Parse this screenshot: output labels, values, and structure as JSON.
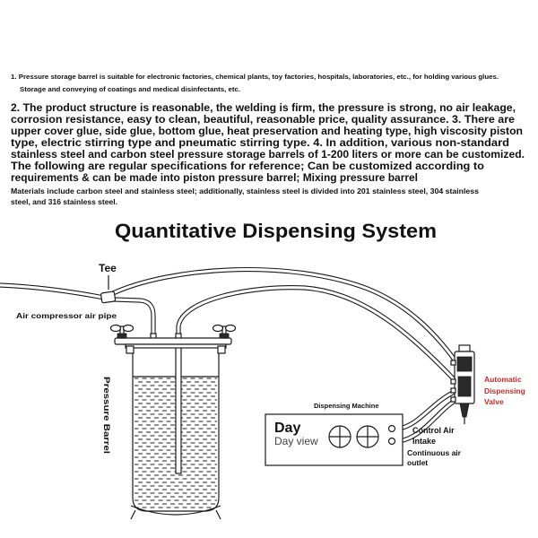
{
  "intro": {
    "line1": "1. Pressure storage barrel is suitable for electronic factories, chemical plants, toy factories, hospitals, laboratories, etc., for holding various glues.",
    "line2": "Storage and conveying of coatings and medical disinfectants, etc."
  },
  "features": {
    "lines": [
      "2. The product structure is reasonable, the welding is firm, the pressure is strong, no air leakage,",
      "corrosion resistance, easy to clean, beautiful, reasonable price, quality assurance. 3. There are",
      "upper cover glue, side glue, bottom glue, heat preservation and heating type, high viscosity piston",
      "type, electric stirring type and pneumatic stirring type. 4. In addition, various non-standard",
      "stainless steel and carbon steel pressure storage barrels of 1-200 liters or more can be customized.",
      "The following are regular specifications for reference; Can be customized according to",
      "requirements & can be made into piston pressure barrel; Mixing pressure barrel"
    ]
  },
  "materials": {
    "lines": [
      "Materials include carbon steel and stainless steel; additionally, stainless steel is divided into 201 stainless steel, 304 stainless",
      "steel, and 316 stainless steel."
    ]
  },
  "diagram": {
    "title": "Quantitative Dispensing System",
    "labels": {
      "tee": "Tee",
      "air_pipe": "Air compressor air pipe",
      "pressure_barrel": "Pressure Barrel",
      "dispensing_machine": "Dispensing Machine",
      "display_title": "Day",
      "display_subtitle": "Day view",
      "control_air_intake": [
        "Control Air",
        "Intake"
      ],
      "continuous_air_outlet": [
        "Continuous air",
        "outlet"
      ],
      "valve": [
        "Automatic",
        "Dispensing",
        "Valve"
      ]
    },
    "colors": {
      "valve_label": "#c92a2a"
    }
  }
}
